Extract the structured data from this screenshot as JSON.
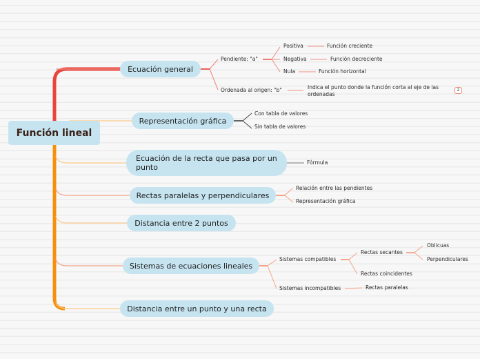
{
  "central": {
    "label": "Función lineal"
  },
  "branches": [
    {
      "label": "Ecuación general",
      "children": [
        {
          "label": "Pendiente: \"a\"",
          "children": [
            {
              "label": "Positiva",
              "children": [
                {
                  "label": "Función creciente"
                }
              ]
            },
            {
              "label": "Negativa",
              "children": [
                {
                  "label": "Función decreciente"
                }
              ]
            },
            {
              "label": "Nula",
              "children": [
                {
                  "label": "Función horizontal"
                }
              ]
            }
          ]
        },
        {
          "label": "Ordenada al origen: \"b\"",
          "children": [
            {
              "label": "Indica el punto donde la función corta al eje de las ordenadas",
              "badge": "2"
            }
          ]
        }
      ]
    },
    {
      "label": "Representación gráfica",
      "children": [
        {
          "label": "Con tabla de valores"
        },
        {
          "label": "Sin tabla de valores"
        }
      ]
    },
    {
      "label": "Ecuación de la recta que pasa por un punto",
      "children": [
        {
          "label": "Fórmula"
        }
      ]
    },
    {
      "label": "Rectas paralelas y perpendiculares",
      "children": [
        {
          "label": "Relación entre las pendientes"
        },
        {
          "label": "Representación gráfica"
        }
      ]
    },
    {
      "label": "Distancia entre 2 puntos",
      "children": []
    },
    {
      "label": "Sistemas de ecuaciones lineales",
      "children": [
        {
          "label": "Sistemas compatibles",
          "children": [
            {
              "label": "Rectas secantes",
              "children": [
                {
                  "label": "Oblicuas"
                },
                {
                  "label": "Perpendiculares"
                }
              ]
            },
            {
              "label": "Rectas coincidentes"
            }
          ]
        },
        {
          "label": "Sistemas incompatibles",
          "children": [
            {
              "label": "Rectas paralelas"
            }
          ]
        }
      ]
    },
    {
      "label": "Distancia entre un punto y una recta",
      "children": []
    }
  ],
  "colors": {
    "node_fill": "#c6e4f0",
    "trunk_top": "#e8453c",
    "trunk_bottom": "#f5900f",
    "link_red": "#ef8f86",
    "link_orange": "#fbc98a",
    "link_salmon": "#f3a58a",
    "link_gray": "#555555"
  }
}
